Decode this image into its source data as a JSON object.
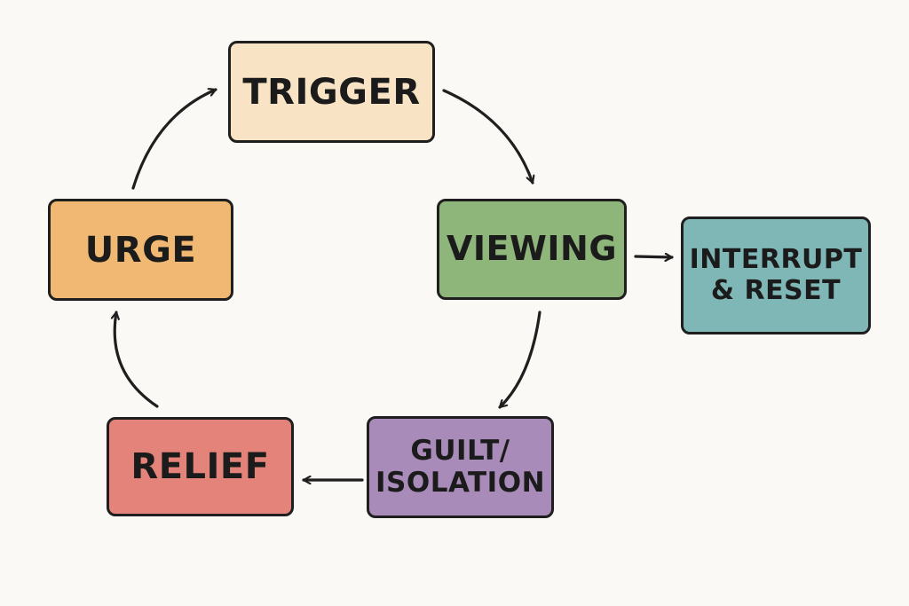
{
  "nodes": {
    "trigger": {
      "lines": [
        "TRIGGER"
      ],
      "color": "#f8e4c4"
    },
    "viewing": {
      "lines": [
        "VIEWING"
      ],
      "color": "#8eb57a"
    },
    "interrupt": {
      "lines": [
        "INTERRUPT",
        "& RESET"
      ],
      "color": "#7fb7b7"
    },
    "guilt": {
      "lines": [
        "GUILT/",
        "ISOLATION"
      ],
      "color": "#a88bb8"
    },
    "relief": {
      "lines": [
        "RELIEF"
      ],
      "color": "#e3837a"
    },
    "urge": {
      "lines": [
        "URGE"
      ],
      "color": "#f0b873"
    }
  },
  "arrow_color": "#1f1f1f",
  "edges": [
    {
      "from": "trigger",
      "to": "viewing"
    },
    {
      "from": "viewing",
      "to": "interrupt"
    },
    {
      "from": "viewing",
      "to": "guilt"
    },
    {
      "from": "guilt",
      "to": "relief"
    },
    {
      "from": "relief",
      "to": "urge"
    },
    {
      "from": "urge",
      "to": "trigger"
    }
  ]
}
